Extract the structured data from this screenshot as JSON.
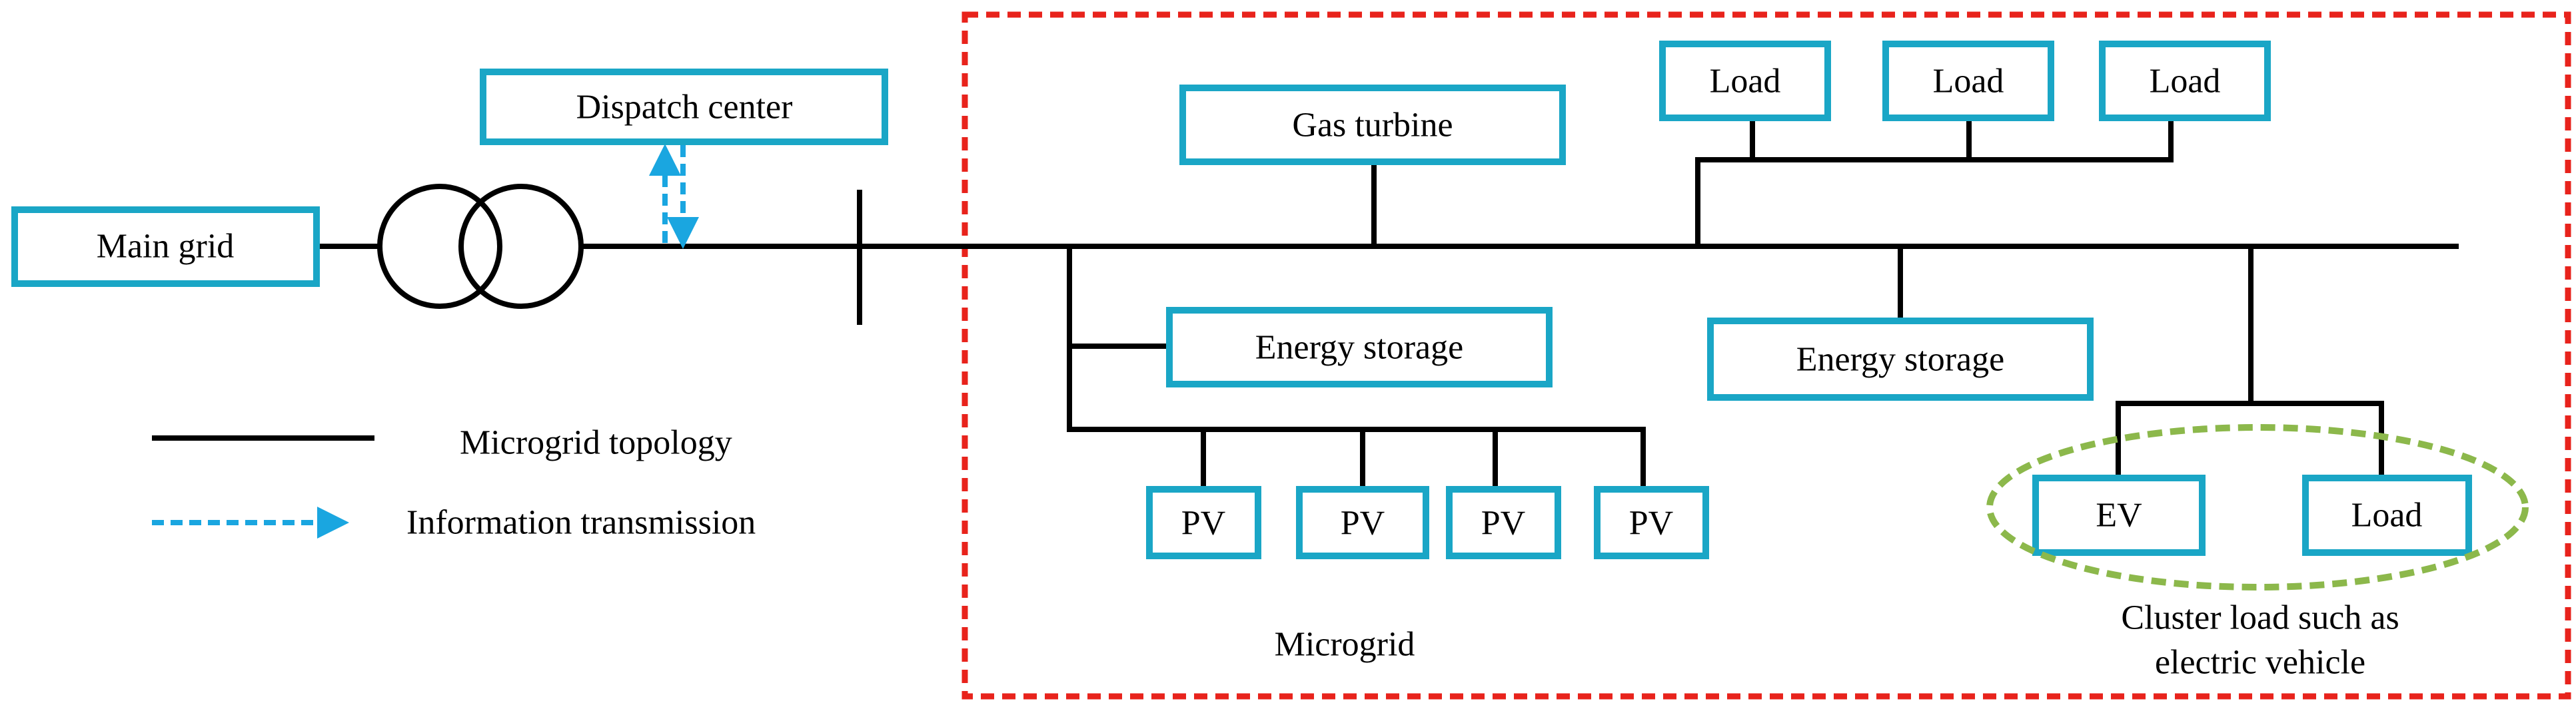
{
  "colors": {
    "box_border": "#1aa6c6",
    "line": "#000000",
    "microgrid_border": "#e8231c",
    "cluster_ellipse": "#8cb84b",
    "info_arrow": "#1aa6e0"
  },
  "nodes": {
    "main_grid": "Main grid",
    "dispatch_center": "Dispatch center",
    "gas_turbine": "Gas turbine",
    "load_top_1": "Load",
    "load_top_2": "Load",
    "load_top_3": "Load",
    "energy_storage_left": "Energy storage",
    "energy_storage_right": "Energy storage",
    "pv_1": "PV",
    "pv_2": "PV",
    "pv_3": "PV",
    "pv_4": "PV",
    "ev": "EV",
    "load_cluster": "Load"
  },
  "legend": {
    "topology": "Microgrid topology",
    "information": "Information transmission"
  },
  "captions": {
    "microgrid": "Microgrid",
    "cluster_line1": "Cluster load such as",
    "cluster_line2": "electric vehicle"
  }
}
